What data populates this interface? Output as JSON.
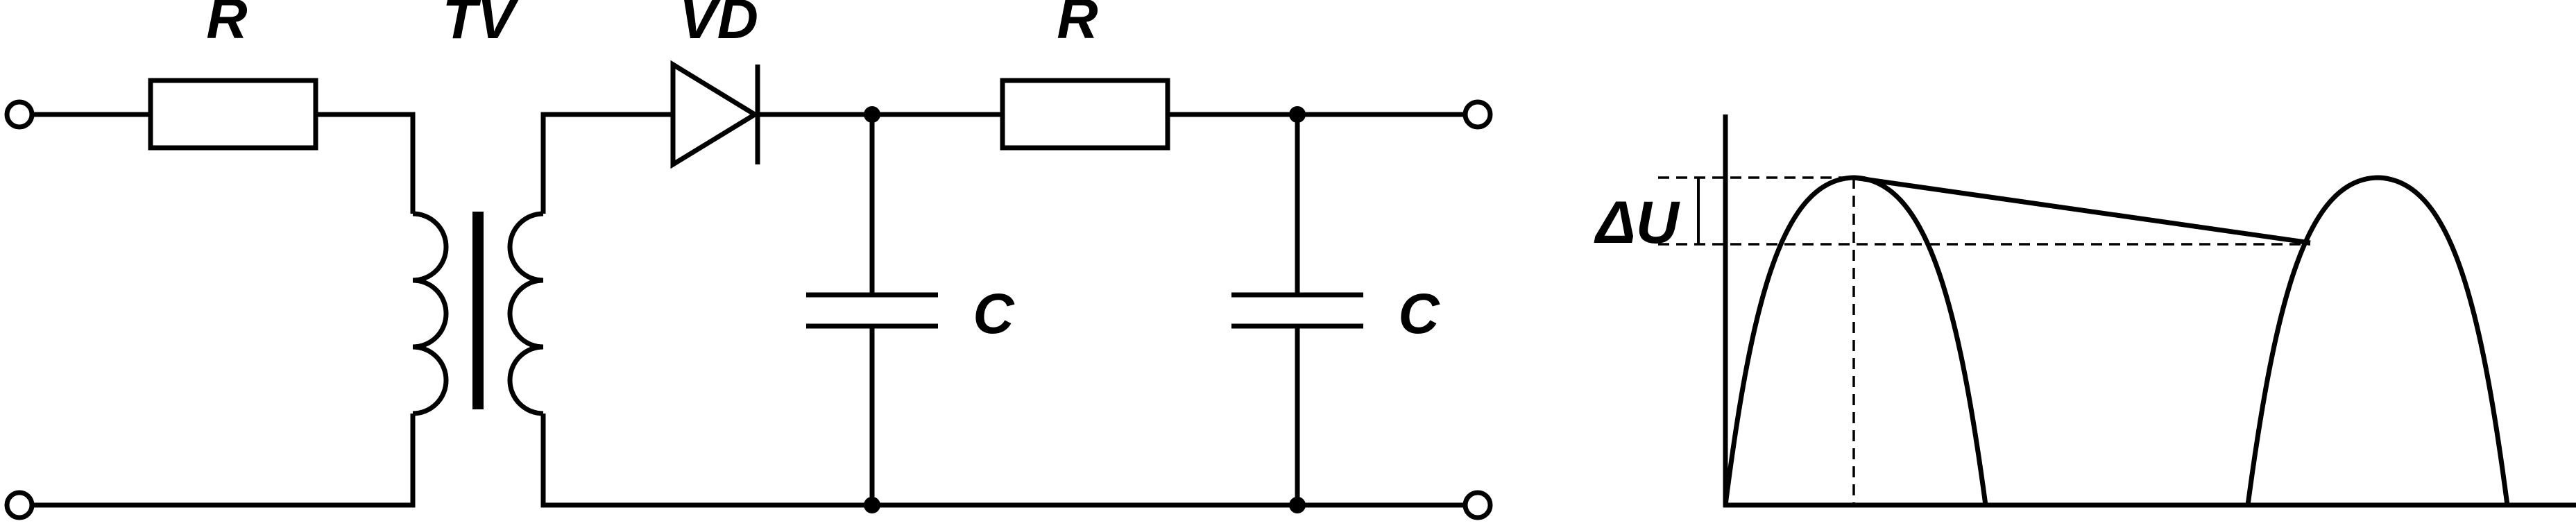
{
  "labels": {
    "resistor_input": "R",
    "transformer": "TV",
    "diode": "VD",
    "resistor_filter": "R",
    "capacitor_1": "C",
    "capacitor_2": "C",
    "ripple": "ΔU"
  }
}
